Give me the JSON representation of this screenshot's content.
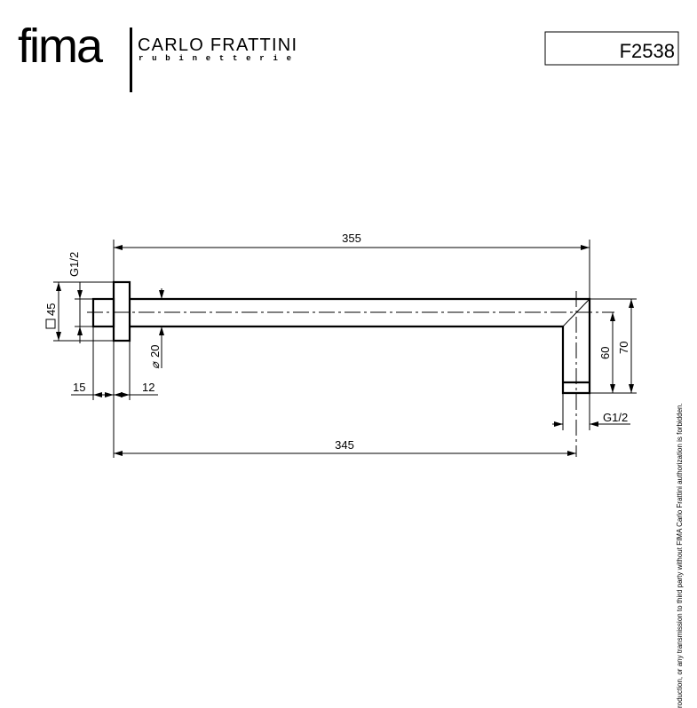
{
  "logo": {
    "brand": "fima",
    "company": "CARLO FRATTINI",
    "tagline": "rubinetterie"
  },
  "code_box": {
    "code": "F2538"
  },
  "drawing": {
    "dimensions": {
      "overall_length": "355",
      "length_to_axis": "345",
      "flange_square": "45",
      "inlet_thread": "G1/2",
      "pipe_diameter": "20",
      "nipple_length": "15",
      "flange_thickness": "12",
      "drop_to_axis": "60",
      "drop_total": "70",
      "outlet_thread": "G1/2"
    }
  },
  "footer": {
    "notice": "roduction, or any transmission to third party without FIMA Carlo Frattini authorization is forbidden."
  }
}
